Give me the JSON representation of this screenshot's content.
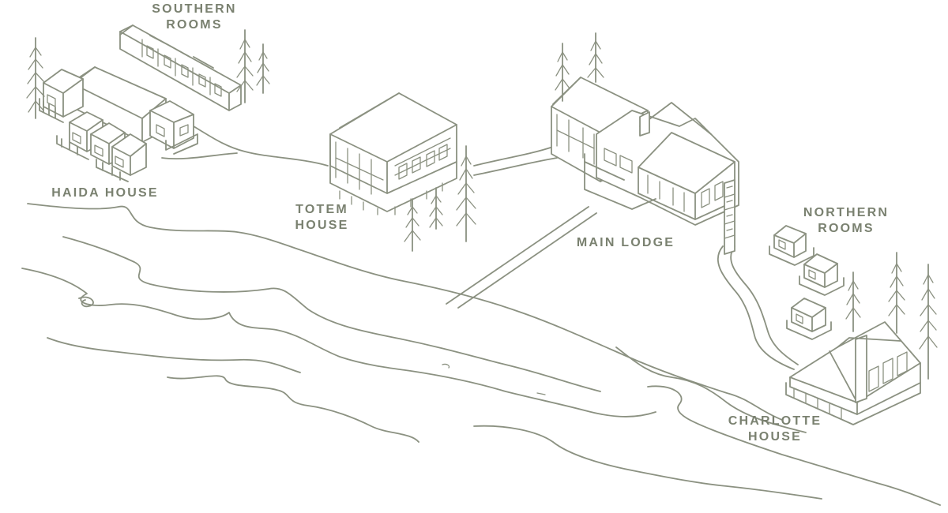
{
  "map": {
    "ink_color": "#8b9181",
    "label_color": "#7a8170",
    "background": "#ffffff"
  },
  "locations": {
    "southern_rooms": {
      "line1": "SOUTHERN",
      "line2": "ROOMS"
    },
    "haida_house": {
      "line1": "HAIDA HOUSE"
    },
    "totem_house": {
      "line1": "TOTEM",
      "line2": "HOUSE"
    },
    "main_lodge": {
      "line1": "MAIN LODGE"
    },
    "northern_rooms": {
      "line1": "NORTHERN",
      "line2": "ROOMS"
    },
    "charlotte_house": {
      "line1": "CHARLOTTE",
      "line2": "HOUSE"
    }
  }
}
